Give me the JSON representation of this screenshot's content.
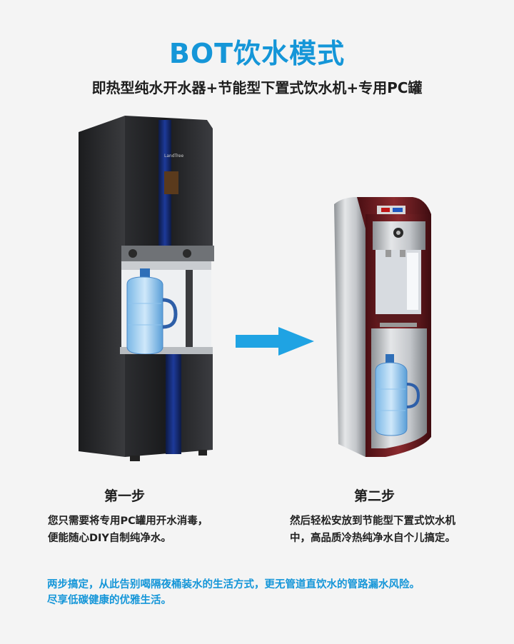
{
  "header": {
    "title": "BOT饮水模式",
    "subtitle": "即热型纯水开水器+节能型下置式饮水机+专用PC罐"
  },
  "step1": {
    "title": "第一步",
    "line1": "您只需要将专用PC罐用开水消毒，",
    "line2": "便能随心DIY自制纯净水。"
  },
  "step2": {
    "title": "第二步",
    "line1": "然后轻松安放到节能型下置式饮水机",
    "line2": "中，高品质冷热纯净水自个儿搞定。"
  },
  "footer": {
    "line1": "两步搞定，从此告别喝隔夜桶装水的生活方式，更无管道直饮水的管路漏水风险。",
    "line2": "尽享低碳健康的优雅生活。"
  },
  "colors": {
    "accent": "#1596d8",
    "arrow": "#1fa3e3",
    "cabinet": "#2a2b2d",
    "dispenser_frame": "#7a1e22"
  }
}
